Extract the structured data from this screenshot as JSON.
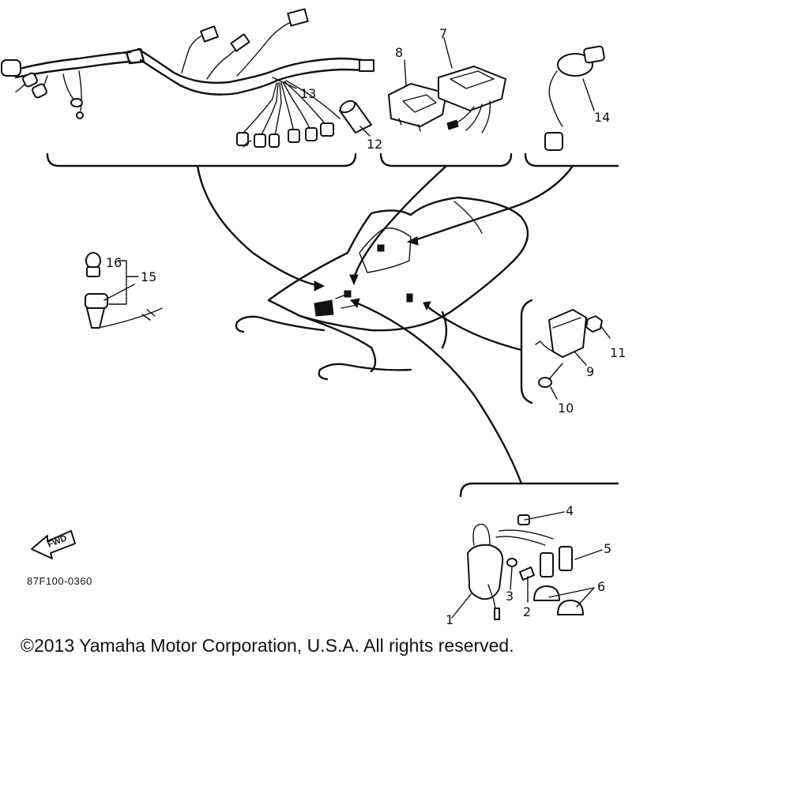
{
  "diagram": {
    "callouts": {
      "c1": "1",
      "c2": "2",
      "c3": "3",
      "c4": "4",
      "c5": "5",
      "c6": "6",
      "c7": "7",
      "c8": "8",
      "c9": "9",
      "c10": "10",
      "c11": "11",
      "c12": "12",
      "c13": "13",
      "c14": "14",
      "c15": "15",
      "c16": "16"
    },
    "fwd_label": "FWD",
    "drawing_code": "87F100-0360"
  },
  "footer": {
    "copyright": "©2013 Yamaha Motor Corporation, U.S.A. All rights reserved."
  }
}
